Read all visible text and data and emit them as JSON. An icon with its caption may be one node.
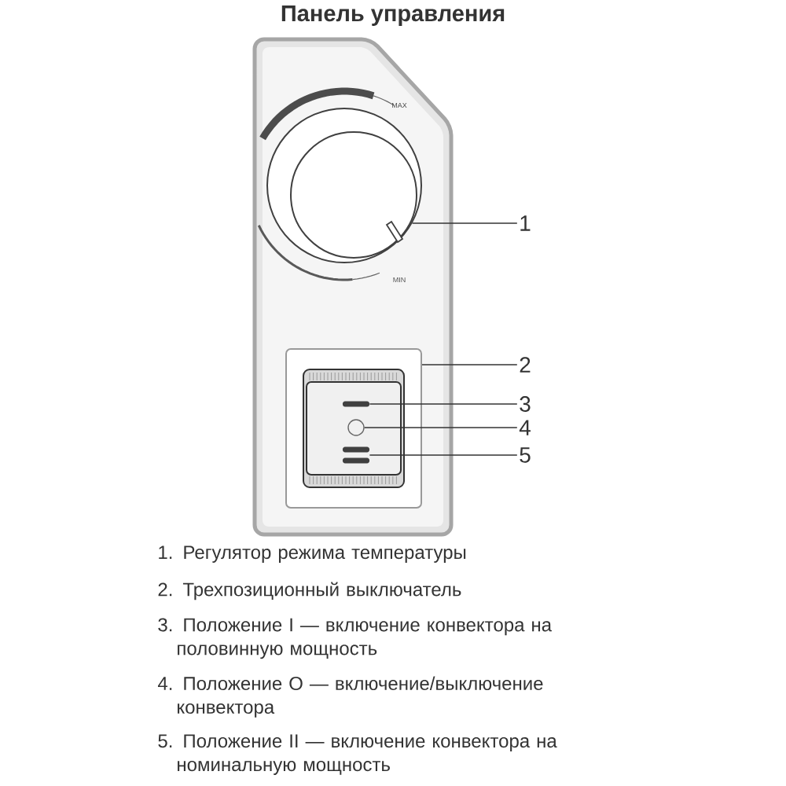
{
  "diagram": {
    "title": "Панель управления",
    "nodes": [
      {
        "text": [
          "1"
        ]
      },
      {
        "text": [],
        "shape": "circle"
      },
      {
        "text": [
          "2"
        ]
      },
      {
        "text": [],
        "shape": "box"
      },
      {
        "text": [
          "3"
        ]
      },
      {
        "text": [],
        "shape": "bar",
        "in": 3
      },
      {
        "text": [
          "4"
        ]
      },
      {
        "text": [],
        "shape": "circle",
        "in": 3
      },
      {
        "text": [
          "5"
        ]
      },
      {
        "text": [],
        "shape": "bar",
        "in": 3
      }
    ],
    "edges": [
      {
        "from": 0,
        "to": 1,
        "arrow": "none"
      },
      {
        "from": 2,
        "to": 3,
        "arrow": "none"
      },
      {
        "from": 4,
        "to": 5,
        "arrow": "none"
      },
      {
        "from": 6,
        "to": 7,
        "arrow": "none"
      },
      {
        "from": 8,
        "to": 9,
        "arrow": "none"
      }
    ],
    "labels": [
      "MAX",
      "MIN",
      "1. Регулятор режима температуры",
      "2. Трехпозиционный выключатель",
      "3. Положение I — включение конвектора на половинную мощность",
      "4. Положение O — включение/выключение конвектора",
      "5. Положение II — включение конвектора на номинальную мощность"
    ]
  }
}
